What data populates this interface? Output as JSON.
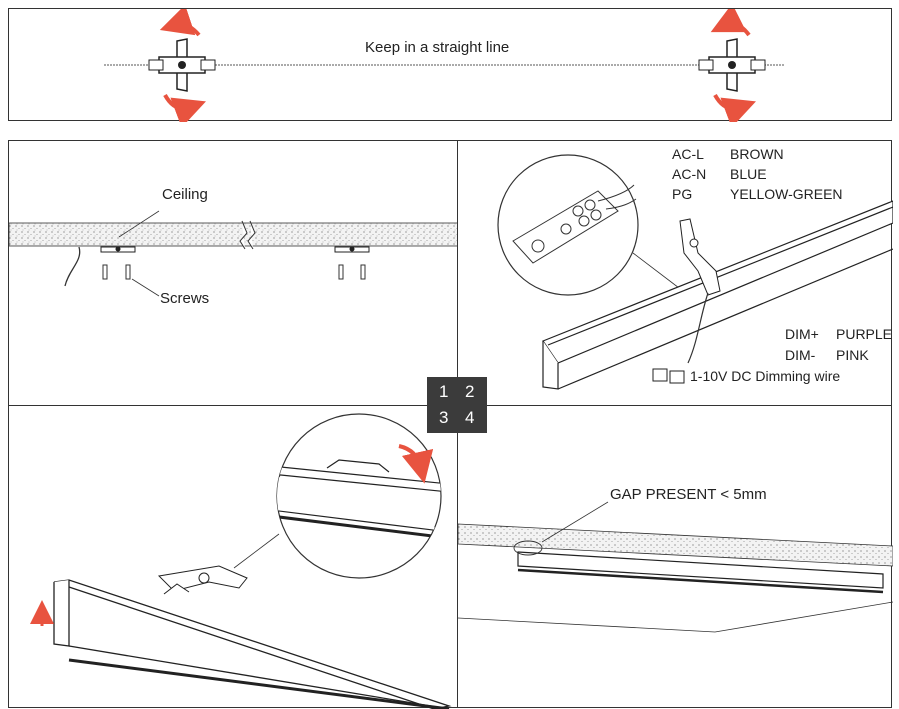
{
  "top": {
    "caption": "Keep in a straight line"
  },
  "panel1": {
    "ceiling_label": "Ceiling",
    "screws_label": "Screws"
  },
  "panel2": {
    "ac_l_code": "AC-L",
    "ac_l_color": "BROWN",
    "ac_n_code": "AC-N",
    "ac_n_color": "BLUE",
    "pg_code": "PG",
    "pg_color": "YELLOW-GREEN",
    "dim_plus_code": "DIM+",
    "dim_plus_color": "PURPLE",
    "dim_minus_code": "DIM-",
    "dim_minus_color": "PINK",
    "dimming_caption": "1-10V DC Dimming wire"
  },
  "panel4": {
    "gap_label": "GAP PRESENT < 5mm"
  },
  "steps": [
    "1",
    "2",
    "3",
    "4"
  ],
  "colors": {
    "arrow": "#e8533f",
    "step_badge": "#3b3b3b",
    "line": "#333333"
  }
}
